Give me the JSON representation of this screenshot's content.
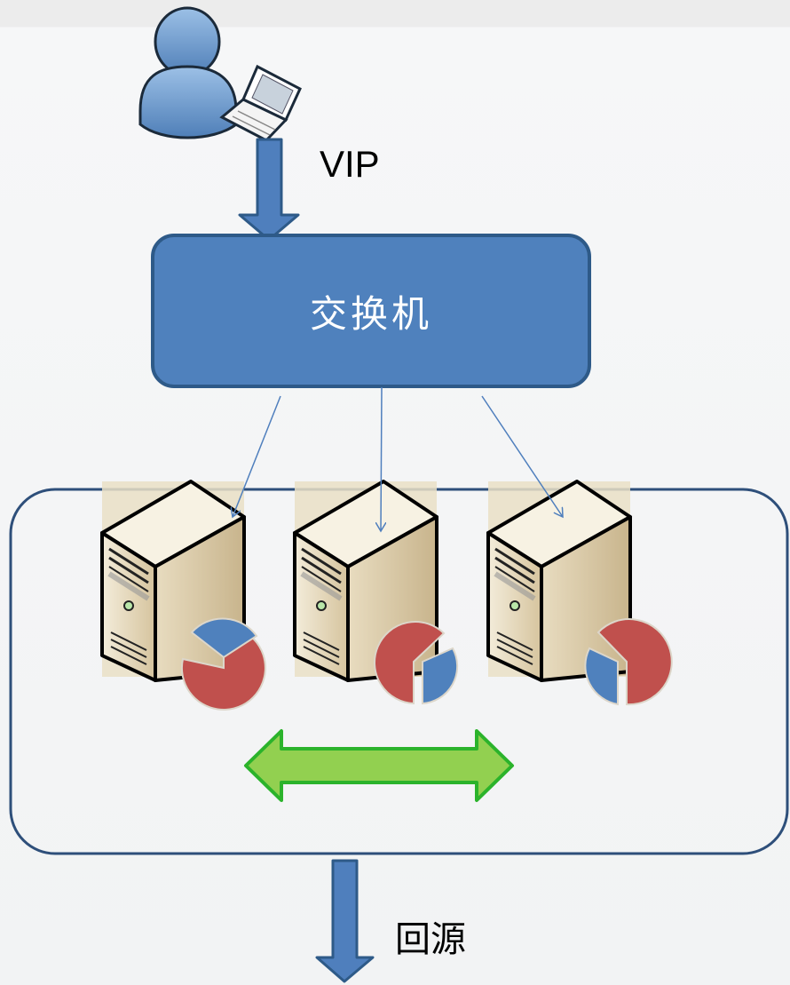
{
  "diagram": {
    "entry_label": "VIP",
    "switch_label": "交换机",
    "origin_label": "回源",
    "nodes": [
      {
        "id": "client",
        "icon": "user-with-laptop-icon"
      },
      {
        "id": "switch"
      },
      {
        "id": "server-1",
        "icon": "server-icon"
      },
      {
        "id": "server-2",
        "icon": "server-icon"
      },
      {
        "id": "server-3",
        "icon": "server-icon"
      }
    ],
    "edges": [
      {
        "from": "client",
        "to": "switch",
        "style": "thick-blue-arrow"
      },
      {
        "from": "switch",
        "to": "server-1",
        "style": "thin-blue-arrow"
      },
      {
        "from": "switch",
        "to": "server-2",
        "style": "thin-blue-arrow"
      },
      {
        "from": "switch",
        "to": "server-3",
        "style": "thin-blue-arrow"
      },
      {
        "from": "server-cluster",
        "to": "origin",
        "style": "thick-blue-arrow"
      }
    ],
    "cluster_sync": {
      "style": "green-double-arrow"
    }
  },
  "colors": {
    "switch_fill": "#4f81bd",
    "switch_stroke": "#2e5a88",
    "arrow_blue": "#4f7fbd",
    "cluster_border": "#2e4f7a",
    "sync_green": "#92d050",
    "sync_green_stroke": "#2bb32b",
    "pie_red": "#c0504d",
    "pie_blue": "#4f81bd"
  }
}
